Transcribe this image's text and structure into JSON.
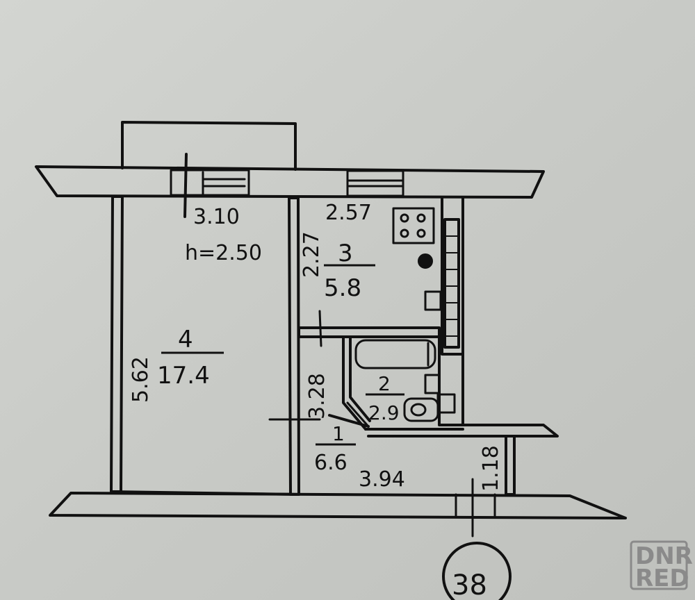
{
  "plan": {
    "ceiling_height": "h=2.50",
    "sheet_number": "38",
    "dimensions": {
      "room4_width": "3.10",
      "room4_length": "5.62",
      "kitchen_width": "2.57",
      "kitchen_depth": "2.27",
      "hall_depth": "3.28",
      "hall_width": "3.94",
      "balcony_depth": "1.18"
    },
    "rooms": [
      {
        "number": "4",
        "area": "17.4"
      },
      {
        "number": "3",
        "area": "5.8"
      },
      {
        "number": "2",
        "area": "2.9"
      },
      {
        "number": "1",
        "area": "6.6"
      }
    ]
  },
  "watermark": {
    "line1": "DNR",
    "line2": "RED"
  }
}
